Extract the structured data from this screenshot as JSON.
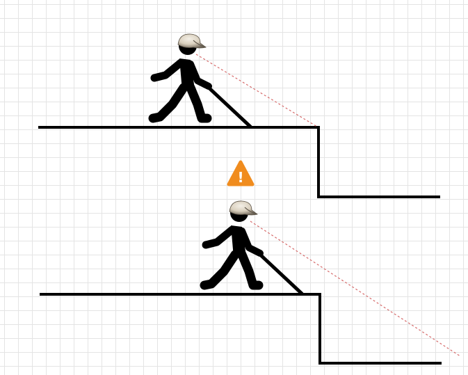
{
  "colors": {
    "background": "#ffffff",
    "grid": "#e4e4e4",
    "ground": "#000000",
    "figure": "#000000",
    "sight_line": "#d66a6a",
    "cap_light": "#e4dccd",
    "cap_dark": "#6f6659",
    "warning": "#f08c1e",
    "warning_symbol": "#ffffff"
  },
  "icons": {
    "figure": "blind-pedestrian-with-white-cane",
    "head": "cap-wearing-head",
    "warning": "warning-triangle-icon"
  },
  "scenes": [
    {
      "name": "top",
      "description_kind": "sight line reaches the step edge",
      "warning_shown": false
    },
    {
      "name": "bottom",
      "description_kind": "sight line passes beyond the step edge",
      "warning_shown": true
    }
  ],
  "warning": {
    "symbol": "!"
  }
}
